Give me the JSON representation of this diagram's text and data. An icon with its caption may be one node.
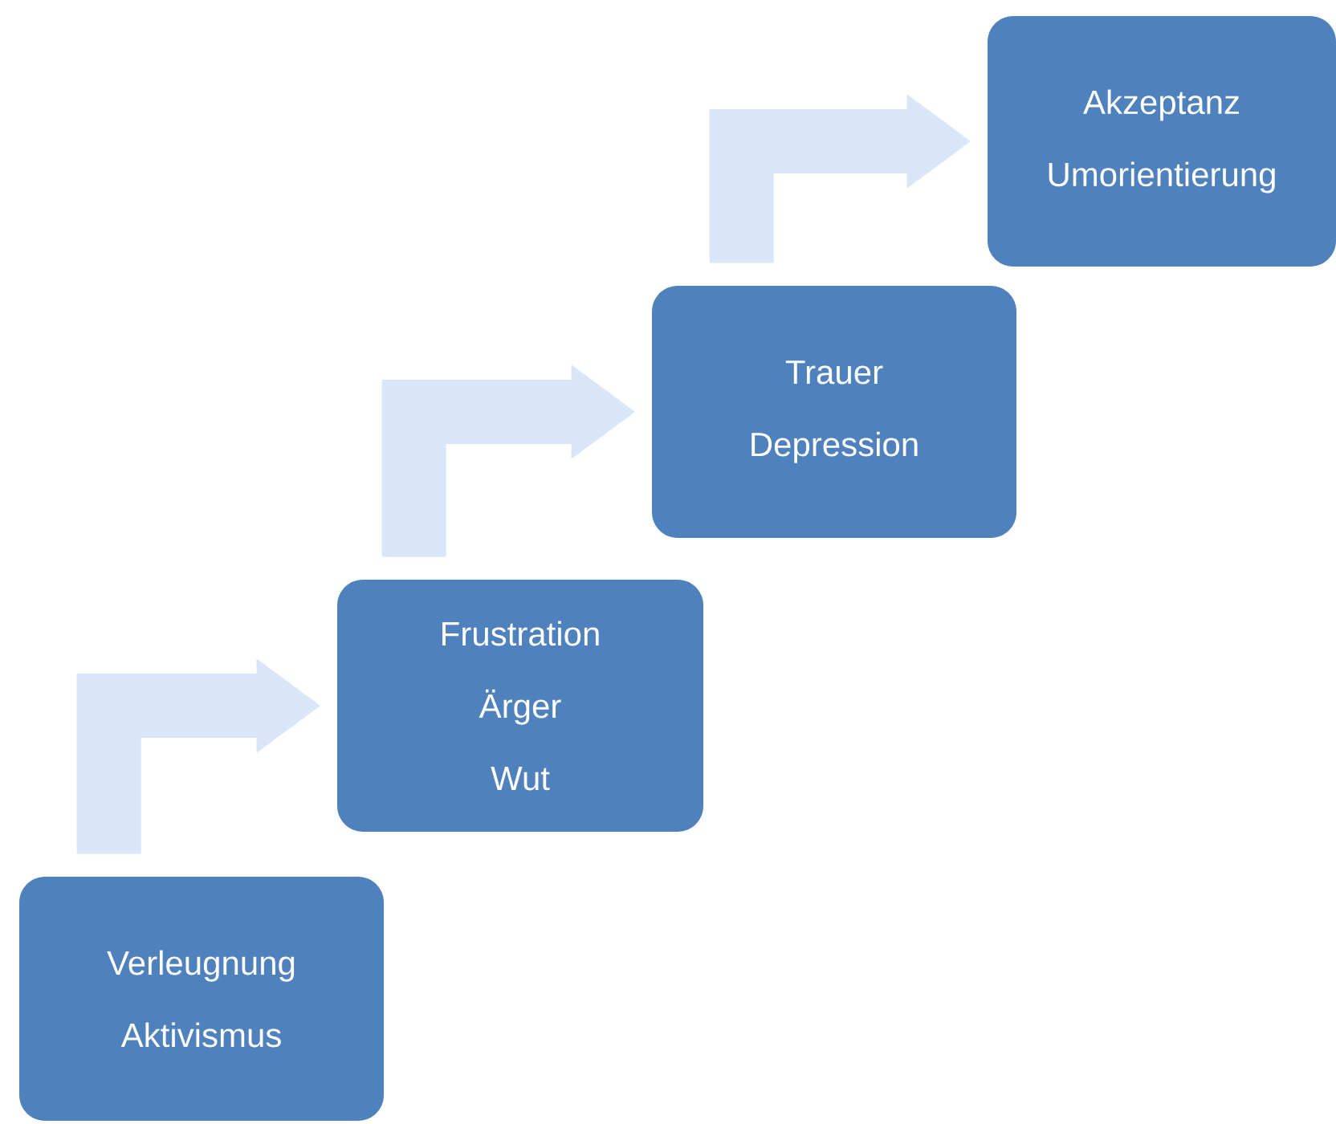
{
  "diagram": {
    "nodes": [
      {
        "text": [
          "Verleugnung",
          "Aktivismus"
        ]
      },
      {
        "text": [
          "Frustration",
          "Ärger",
          "Wut"
        ]
      },
      {
        "text": [
          "Trauer",
          "Depression"
        ]
      },
      {
        "text": [
          "Akzeptanz",
          "Umorientierung"
        ]
      }
    ],
    "edges": [
      {
        "from": 0,
        "to": 1,
        "arrow": "to",
        "color": "#d9e5f8"
      },
      {
        "from": 1,
        "to": 2,
        "arrow": "to",
        "color": "#d9e5f8"
      },
      {
        "from": 2,
        "to": 3,
        "arrow": "to",
        "color": "#d9e5f8"
      }
    ]
  }
}
